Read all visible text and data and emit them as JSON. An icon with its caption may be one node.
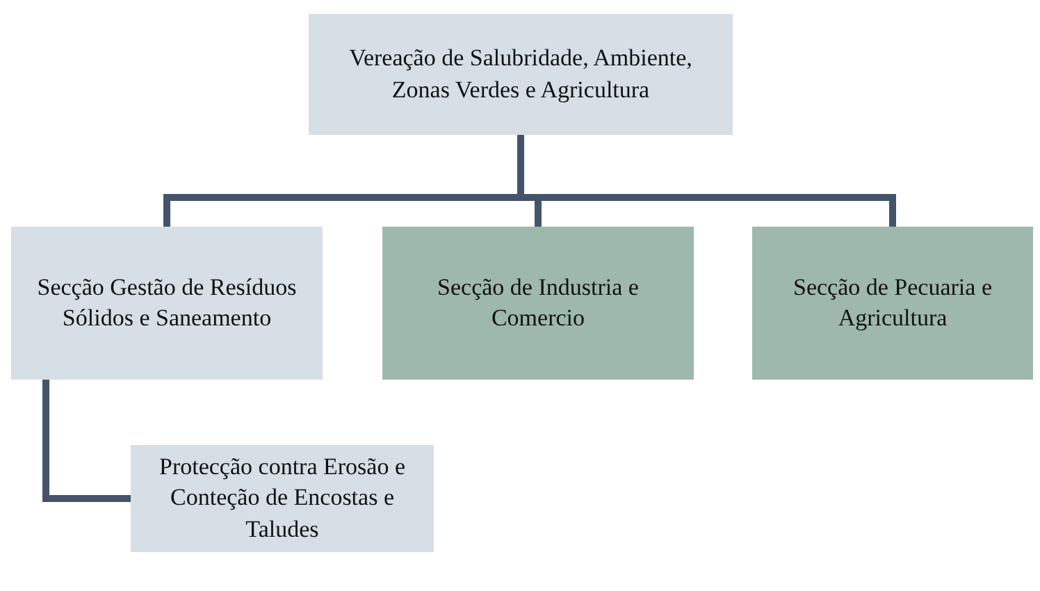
{
  "diagram": {
    "nodes": [
      {
        "text": [
          "Vereação de Salubridade, Ambiente, Zonas Verdes e Agricultura"
        ]
      },
      {
        "text": [
          "Secção Gestão de Resíduos Sólidos e Saneamento"
        ]
      },
      {
        "text": [
          "Secção de Industria e Comercio"
        ]
      },
      {
        "text": [
          "Secção de Pecuaria e Agricultura"
        ]
      },
      {
        "text": [
          "Protecção contra Erosão e Conteção de Encostas e Taludes"
        ]
      }
    ],
    "edges": [
      {
        "from": 0,
        "to": 1,
        "arrow": "none"
      },
      {
        "from": 0,
        "to": 2,
        "arrow": "none"
      },
      {
        "from": 0,
        "to": 3,
        "arrow": "none"
      },
      {
        "from": 1,
        "to": 4,
        "arrow": "none"
      }
    ]
  }
}
